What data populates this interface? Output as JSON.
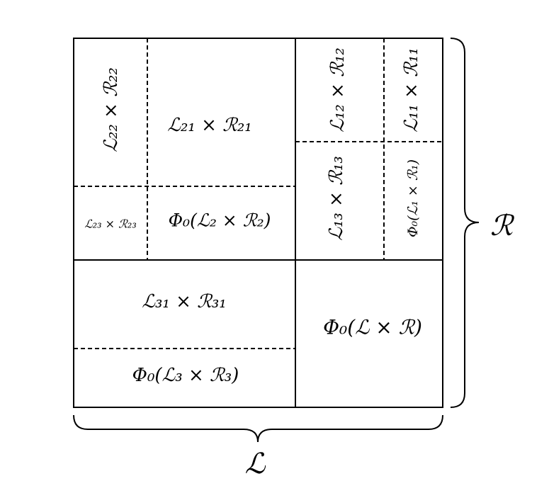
{
  "diagram": {
    "outer_labels": {
      "horizontal_brace": "ℒ",
      "vertical_brace": "ℛ"
    },
    "cells": {
      "l22_r22": "ℒ₂₂ × ℛ₂₂",
      "l21_r21": "ℒ₂₁ × ℛ₂₁",
      "l23_r23": "ℒ₂₃ × ℛ₂₃",
      "phi_l2_r2": "Φ₀(ℒ₂ × ℛ₂)",
      "l12_r12": "ℒ₁₂ × ℛ₁₂",
      "l11_r11": "ℒ₁₁ × ℛ₁₁",
      "l13_r13": "ℒ₁₃ × ℛ₁₃",
      "phi_l1_r1": "Φ₀(ℒ₁ × ℛ₁)",
      "l31_r31": "ℒ₃₁ × ℛ₃₁",
      "phi_l3_r3": "Φ₀(ℒ₃ × ℛ₃)",
      "phi_l_r": "Φ₀(ℒ × ℛ)"
    }
  }
}
